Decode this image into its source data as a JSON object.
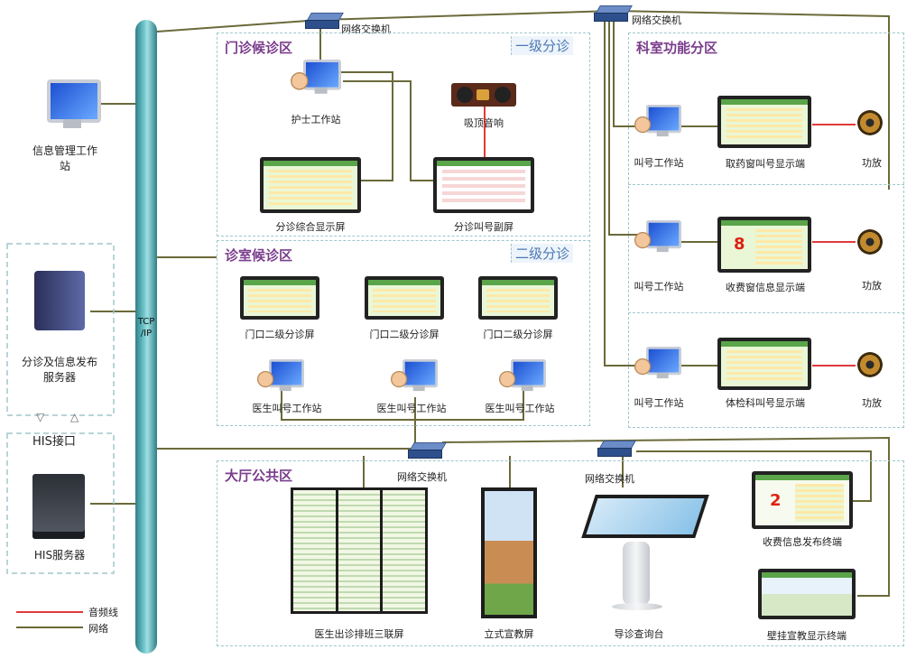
{
  "switches": {
    "top_left": "网络交换机",
    "top_right": "网络交换机",
    "bottom_left": "网络交换机",
    "bottom_right": "网络交换机"
  },
  "bus_label": "TCP\n/IP",
  "left": {
    "info_ws": "信息管理工作\n站",
    "triage_server": "分诊及信息发布\n服务器",
    "his_interface": "HIS接口",
    "his_server": "HIS服务器"
  },
  "legend": {
    "audio": "音频线",
    "network": "网络"
  },
  "zones": {
    "outpatient": {
      "title": "门诊候诊区",
      "sub": "一级分诊",
      "nurse_ws": "护士工作站",
      "ceiling_speaker": "吸顶音响",
      "triage_display": "分诊综合显示屏",
      "call_sub_display": "分诊叫号副屏"
    },
    "consult": {
      "title": "诊室候诊区",
      "sub": "二级分诊",
      "door_screens": [
        "门口二级分诊屏",
        "门口二级分诊屏",
        "门口二级分诊屏"
      ],
      "doctor_ws": [
        "医生叫号工作站",
        "医生叫号工作站",
        "医生叫号工作站"
      ]
    },
    "dept": {
      "title": "科室功能分区",
      "call_ws": [
        "叫号工作站",
        "叫号工作站",
        "叫号工作站"
      ],
      "displays": [
        "取药窗叫号显示端",
        "收费窗信息显示端",
        "体检科叫号显示端"
      ],
      "amps": [
        "功放",
        "功放",
        "功放"
      ],
      "fee_window_number": "8"
    },
    "hall": {
      "title": "大厅公共区",
      "triple_screen": "医生出诊排班三联屏",
      "vertical_screen": "立式宣教屏",
      "kiosk": "导诊查询台",
      "fee_terminal": "收费信息发布终端",
      "fee_terminal_number": "2",
      "wall_terminal": "壁挂宣教显示终端"
    }
  },
  "colors": {
    "audio": "#e03a3a",
    "network": "#6b6a3a",
    "bus": "#2f7f86",
    "zone_border": "#9fc7cc",
    "zone_title": "#7a3d8c"
  }
}
